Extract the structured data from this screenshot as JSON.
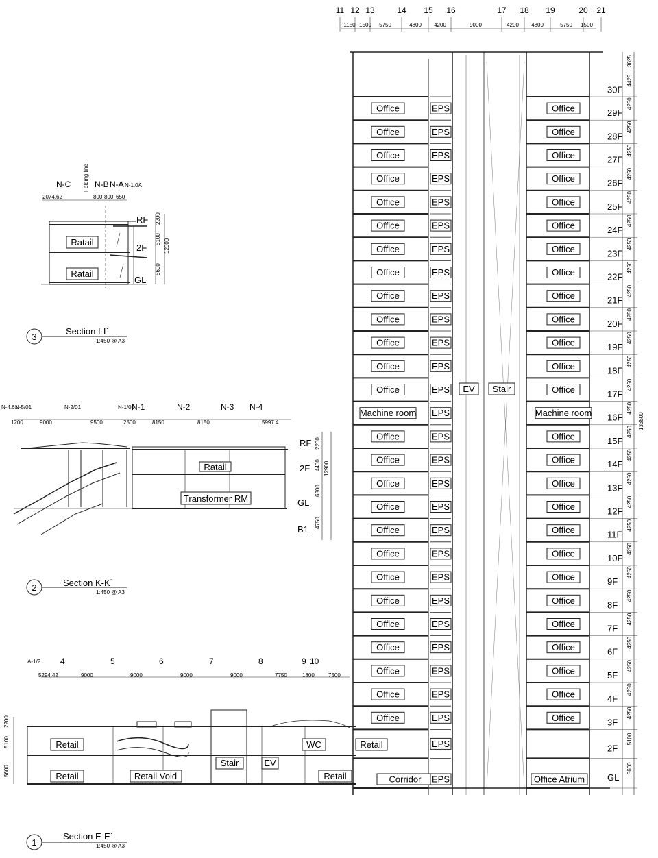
{
  "tower": {
    "grid_labels": [
      "11",
      "12",
      "13",
      "14",
      "15",
      "16",
      "17",
      "18",
      "19",
      "20",
      "21"
    ],
    "grid_dims": [
      "1150",
      "1500",
      "5750",
      "4800",
      "4200",
      "9000",
      "4200",
      "4800",
      "5750",
      "1500"
    ],
    "core_left": "EV",
    "core_right": "Stair",
    "total_height": "133500",
    "top_dim": "3625",
    "floors": [
      {
        "level": "30F",
        "height": "4425",
        "left": "",
        "eps": "",
        "right": ""
      },
      {
        "level": "29F",
        "height": "4250",
        "left": "Office",
        "eps": "EPS",
        "right": "Office"
      },
      {
        "level": "28F",
        "height": "4250",
        "left": "Office",
        "eps": "EPS",
        "right": "Office"
      },
      {
        "level": "27F",
        "height": "4250",
        "left": "Office",
        "eps": "EPS",
        "right": "Office"
      },
      {
        "level": "26F",
        "height": "4250",
        "left": "Office",
        "eps": "EPS",
        "right": "Office"
      },
      {
        "level": "25F",
        "height": "4250",
        "left": "Office",
        "eps": "EPS",
        "right": "Office"
      },
      {
        "level": "24F",
        "height": "4250",
        "left": "Office",
        "eps": "EPS",
        "right": "Office"
      },
      {
        "level": "23F",
        "height": "4250",
        "left": "Office",
        "eps": "EPS",
        "right": "Office"
      },
      {
        "level": "22F",
        "height": "4250",
        "left": "Office",
        "eps": "EPS",
        "right": "Office"
      },
      {
        "level": "21F",
        "height": "4250",
        "left": "Office",
        "eps": "EPS",
        "right": "Office"
      },
      {
        "level": "20F",
        "height": "4250",
        "left": "Office",
        "eps": "EPS",
        "right": "Office"
      },
      {
        "level": "19F",
        "height": "4250",
        "left": "Office",
        "eps": "EPS",
        "right": "Office"
      },
      {
        "level": "18F",
        "height": "4250",
        "left": "Office",
        "eps": "EPS",
        "right": "Office"
      },
      {
        "level": "17F",
        "height": "4250",
        "left": "Office",
        "eps": "EPS",
        "right": "Office"
      },
      {
        "level": "16F",
        "height": "4250",
        "left": "Machine room",
        "eps": "EPS",
        "right": "Machine room"
      },
      {
        "level": "15F",
        "height": "4250",
        "left": "Office",
        "eps": "EPS",
        "right": "Office"
      },
      {
        "level": "14F",
        "height": "4250",
        "left": "Office",
        "eps": "EPS",
        "right": "Office"
      },
      {
        "level": "13F",
        "height": "4250",
        "left": "Office",
        "eps": "EPS",
        "right": "Office"
      },
      {
        "level": "12F",
        "height": "4250",
        "left": "Office",
        "eps": "EPS",
        "right": "Office"
      },
      {
        "level": "11F",
        "height": "4250",
        "left": "Office",
        "eps": "EPS",
        "right": "Office"
      },
      {
        "level": "10F",
        "height": "4250",
        "left": "Office",
        "eps": "EPS",
        "right": "Office"
      },
      {
        "level": "9F",
        "height": "4250",
        "left": "Office",
        "eps": "EPS",
        "right": "Office"
      },
      {
        "level": "8F",
        "height": "4250",
        "left": "Office",
        "eps": "EPS",
        "right": "Office"
      },
      {
        "level": "7F",
        "height": "4250",
        "left": "Office",
        "eps": "EPS",
        "right": "Office"
      },
      {
        "level": "6F",
        "height": "4250",
        "left": "Office",
        "eps": "EPS",
        "right": "Office"
      },
      {
        "level": "5F",
        "height": "4250",
        "left": "Office",
        "eps": "EPS",
        "right": "Office"
      },
      {
        "level": "4F",
        "height": "4250",
        "left": "Office",
        "eps": "EPS",
        "right": "Office"
      },
      {
        "level": "3F",
        "height": "4250",
        "left": "Office",
        "eps": "EPS",
        "right": "Office"
      },
      {
        "level": "2F",
        "height": "5100",
        "left": "",
        "eps": "EPS",
        "right": ""
      },
      {
        "level": "GL",
        "height": "5600",
        "left": "Corridor",
        "eps": "EPS",
        "right": "Office Atrium"
      }
    ]
  },
  "section_e": {
    "number": "1",
    "title": "Section E-E`",
    "scale": "1:450 @ A3",
    "grid_labels": [
      "A-1/2",
      "4",
      "5",
      "6",
      "7",
      "8",
      "9",
      "10"
    ],
    "grid_dims": [
      "5294.42",
      "9000",
      "9000",
      "9000",
      "9000",
      "7750",
      "1800",
      "7500"
    ],
    "height_dims": [
      "2200",
      "5100",
      "5600"
    ],
    "rooms": [
      "Retail",
      "Retail",
      "Retail Void",
      "Stair",
      "EV",
      "WC",
      "Retail",
      "Retail"
    ]
  },
  "section_k": {
    "number": "2",
    "title": "Section K-K`",
    "scale": "1:450 @ A3",
    "grid_labels": [
      "N-4.61",
      "N-5/01",
      "N-2/01",
      "N-1/01",
      "N-1",
      "N-2",
      "N-3",
      "N-4"
    ],
    "grid_dims": [
      "1200",
      "9000",
      "9500",
      "2500",
      "8150",
      "8150",
      "5997.4"
    ],
    "levels": [
      "RF",
      "2F",
      "GL",
      "B1"
    ],
    "height_dims": [
      "2200",
      "4400",
      "6300",
      "4750"
    ],
    "total_dim": "12900",
    "rooms": [
      "Ratail",
      "Transformer RM"
    ]
  },
  "section_i": {
    "number": "3",
    "title": "Section I-I`",
    "scale": "1:450 @ A3",
    "grid_labels": [
      "N-C",
      "N-B",
      "N-A",
      "N-1.0A"
    ],
    "folding_line": "Folding line",
    "grid_dims": [
      "2074.62",
      "800",
      "800",
      "650"
    ],
    "levels": [
      "RF",
      "2F",
      "GL"
    ],
    "height_dims": [
      "2200",
      "5100",
      "5600"
    ],
    "total_dim": "12900",
    "rooms": [
      "Ratail",
      "Ratail"
    ]
  }
}
